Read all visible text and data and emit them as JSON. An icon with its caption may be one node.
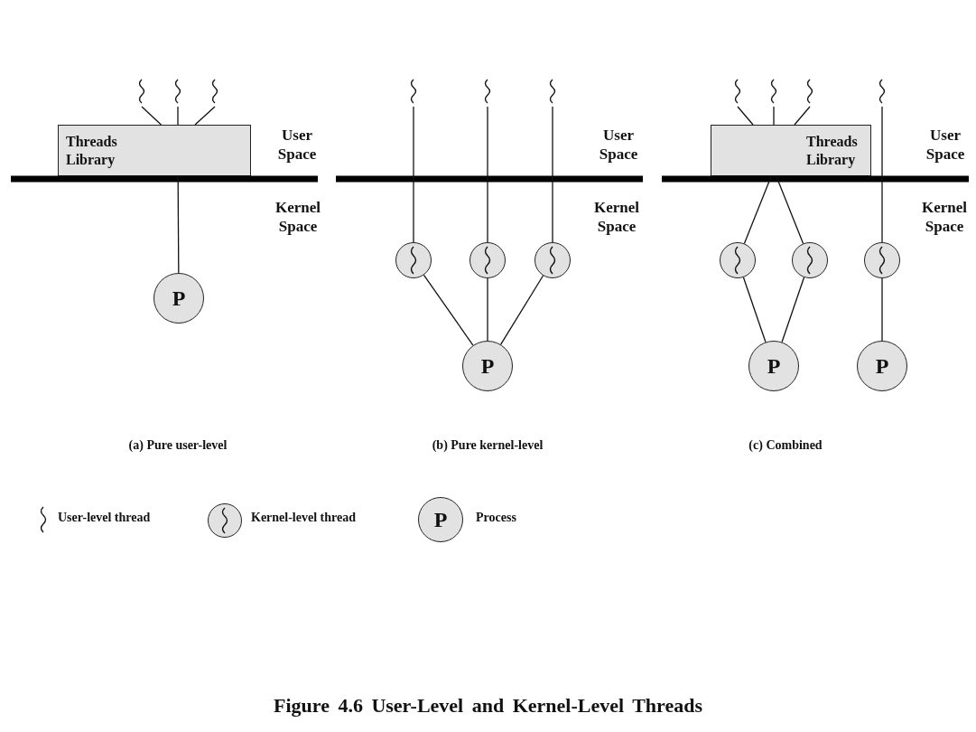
{
  "diagram": {
    "caption": "Figure 4.6 User-Level and Kernel-Level Threads",
    "nodes": [
      {
        "text": [],
        "shape": "squiggle"
      },
      {
        "text": [],
        "shape": "squiggle"
      },
      {
        "text": [],
        "shape": "squiggle"
      },
      {
        "text": [
          "Threads Library"
        ]
      },
      {
        "text": [
          "P"
        ]
      },
      {
        "text": [],
        "shape": "squiggle"
      },
      {
        "text": [],
        "shape": "squiggle"
      },
      {
        "text": [],
        "shape": "squiggle"
      },
      {
        "text": [],
        "shape": "circle"
      },
      {
        "text": [],
        "shape": "circle"
      },
      {
        "text": [],
        "shape": "circle"
      },
      {
        "text": [
          "P"
        ]
      },
      {
        "text": [],
        "shape": "squiggle"
      },
      {
        "text": [],
        "shape": "squiggle"
      },
      {
        "text": [],
        "shape": "squiggle"
      },
      {
        "text": [],
        "shape": "squiggle"
      },
      {
        "text": [
          "Threads Library"
        ]
      },
      {
        "text": [],
        "shape": "circle"
      },
      {
        "text": [],
        "shape": "circle"
      },
      {
        "text": [],
        "shape": "circle"
      },
      {
        "text": [
          "P"
        ]
      },
      {
        "text": [
          "P"
        ]
      }
    ],
    "edges": [
      {
        "from": 0,
        "to": 3,
        "arrow": "none"
      },
      {
        "from": 1,
        "to": 3,
        "arrow": "none"
      },
      {
        "from": 2,
        "to": 3,
        "arrow": "none"
      },
      {
        "from": 3,
        "to": 4,
        "arrow": "none"
      },
      {
        "from": 5,
        "to": 8,
        "arrow": "none"
      },
      {
        "from": 6,
        "to": 9,
        "arrow": "none"
      },
      {
        "from": 7,
        "to": 10,
        "arrow": "none"
      },
      {
        "from": 8,
        "to": 11,
        "arrow": "none"
      },
      {
        "from": 9,
        "to": 11,
        "arrow": "none"
      },
      {
        "from": 10,
        "to": 11,
        "arrow": "none"
      },
      {
        "from": 12,
        "to": 16,
        "arrow": "none"
      },
      {
        "from": 13,
        "to": 16,
        "arrow": "none"
      },
      {
        "from": 14,
        "to": 16,
        "arrow": "none"
      },
      {
        "from": 16,
        "to": 17,
        "arrow": "none"
      },
      {
        "from": 16,
        "to": 18,
        "arrow": "none"
      },
      {
        "from": 15,
        "to": 19,
        "arrow": "none"
      },
      {
        "from": 17,
        "to": 20,
        "arrow": "none"
      },
      {
        "from": 18,
        "to": 20,
        "arrow": "none"
      },
      {
        "from": 19,
        "to": 21,
        "arrow": "none"
      }
    ],
    "labels": [
      "User Space",
      "Kernel Space",
      "User Space",
      "Kernel Space",
      "User Space",
      "Kernel Space",
      "(a) Pure user-level",
      "(b) Pure kernel-level",
      "(c) Combined",
      "P"
    ],
    "legend": [
      {
        "text": "User-level thread"
      },
      {
        "text": "Kernel-level thread"
      },
      {
        "text": "Process"
      }
    ]
  }
}
